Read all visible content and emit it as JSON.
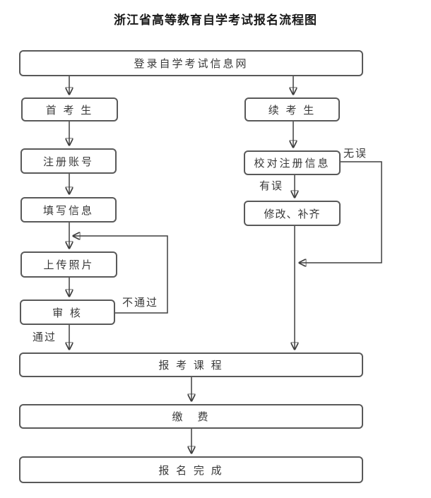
{
  "title": "浙江省高等教育自学考试报名流程图",
  "colors": {
    "background": "#ffffff",
    "line": "#3f3f3f",
    "box_border": "#595959",
    "text": "#383838"
  },
  "nodes": {
    "login": "登录自学考试信息网",
    "first_examinee": "首 考 生",
    "continuing_examinee": "续 考 生",
    "register_account": "注册账号",
    "verify_registration": "校对注册信息",
    "fill_information": "填写信息",
    "modify_complete": "修改、补齐",
    "upload_photo": "上传照片",
    "review": "审 核",
    "enroll_courses": "报 考 课 程",
    "pay_fee": "缴　费",
    "registration_done": "报 名 完 成"
  },
  "edge_labels": {
    "no_error": "无误",
    "has_error": "有误",
    "not_passed": "不通过",
    "passed": "通过"
  }
}
